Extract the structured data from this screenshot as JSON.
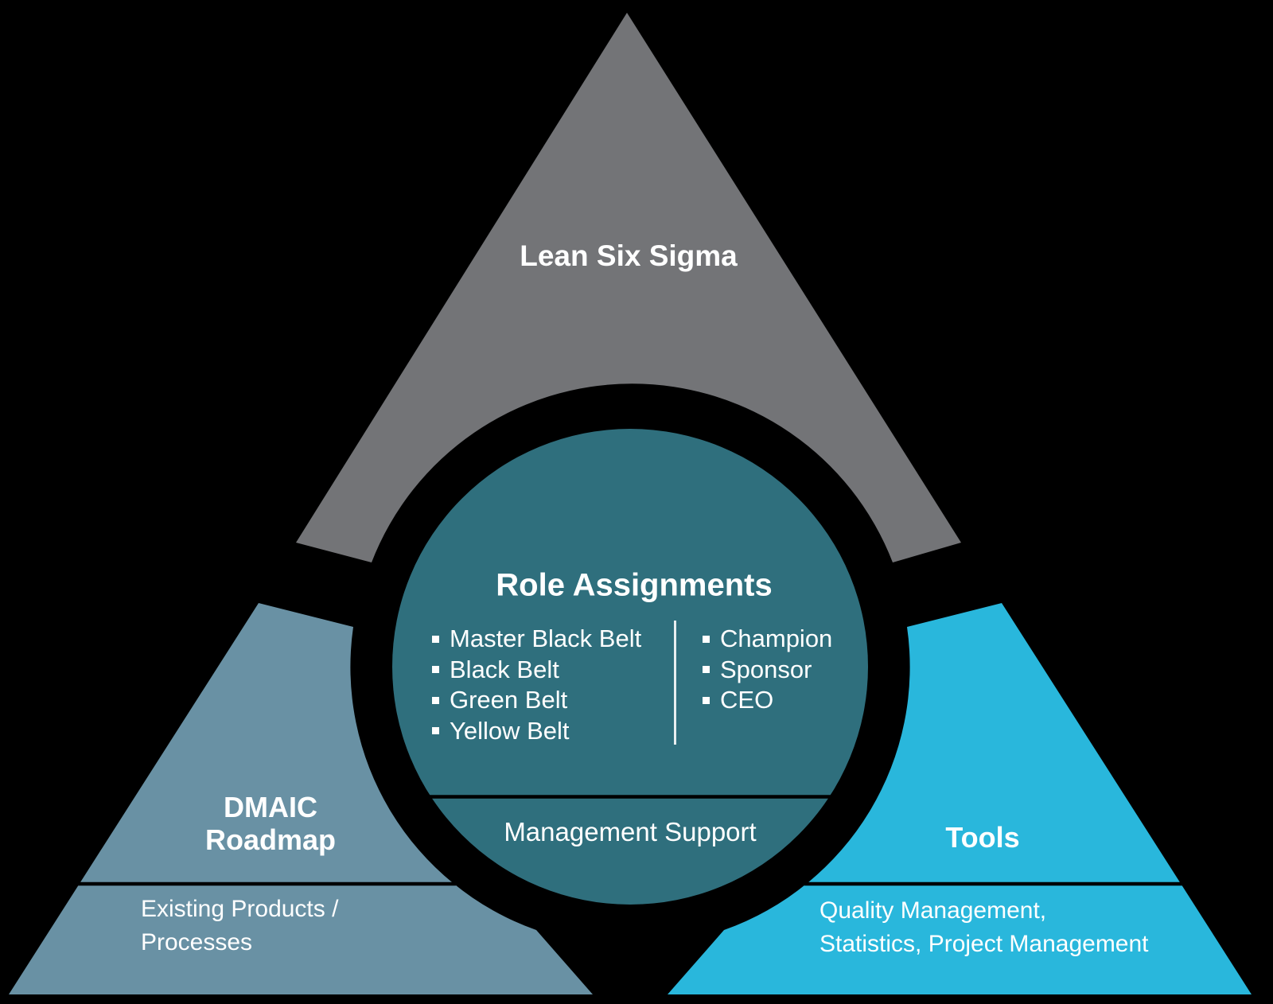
{
  "colors": {
    "background": "#000000",
    "gray": "#737477",
    "steel": "#6991A4",
    "cyan": "#29B7DC",
    "teal": "#2F6F7D",
    "text": "#FFFFFF",
    "rule_dark": "#000000",
    "rule_light": "#E8EEF0"
  },
  "pyramid": {
    "top": {
      "title": "Lean Six Sigma"
    },
    "center": {
      "title": "Role Assignments",
      "left_roles": [
        "Master Black Belt",
        "Black Belt",
        "Green Belt",
        "Yellow Belt"
      ],
      "right_roles": [
        "Champion",
        "Sponsor",
        "CEO"
      ],
      "footer": "Management Support"
    },
    "left": {
      "title_line1": "DMAIC",
      "title_line2": "Roadmap",
      "subtitle_line1": "Existing Products /",
      "subtitle_line2": "Processes"
    },
    "right": {
      "title": "Tools",
      "subtitle_line1": "Quality Management,",
      "subtitle_line2": "Statistics, Project Management"
    }
  }
}
